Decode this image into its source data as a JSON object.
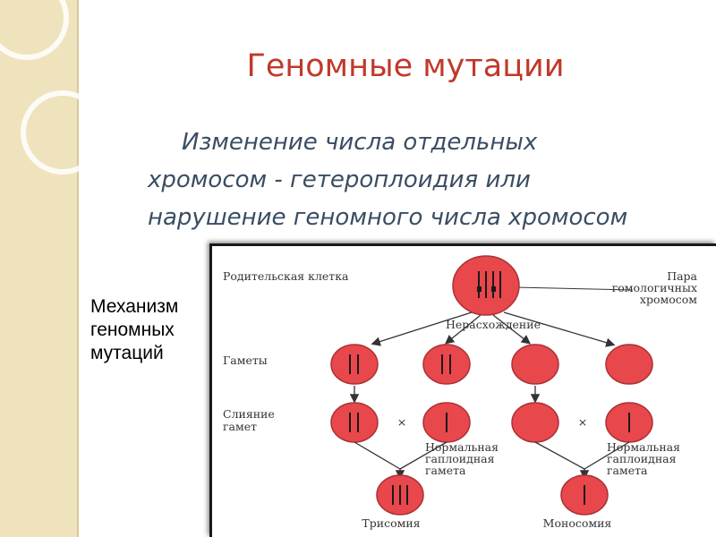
{
  "slide": {
    "title": "Геномные мутации",
    "subtitle_lines": [
      "Изменение числа отдельных",
      "хромосом - гетероплоидия или",
      "нарушение геномного числа хромосом"
    ],
    "side_label_lines": [
      "Механизм",
      "геномных",
      "мутаций"
    ]
  },
  "diagram": {
    "row_labels": {
      "parent_cell": "Родительская клетка",
      "gametes": "Гаметы",
      "fusion_line1": "Слияние",
      "fusion_line2": "гамет"
    },
    "pair_label_lines": [
      "Пара",
      "гомологичных",
      "хромосом"
    ],
    "nondisjunction": "Нерасхождение",
    "normal_gamete_lines": [
      "Нормальная",
      "гаплоидная",
      "гамета"
    ],
    "cross_symbol": "×",
    "trisomy": "Трисомия",
    "monosomy": "Моносомия"
  },
  "colors": {
    "title": "#c0392b",
    "subtitle": "#3a4d63",
    "cell_fill": "#e8474c",
    "cell_stroke": "#a83236",
    "side_band": "#efe3bd"
  }
}
